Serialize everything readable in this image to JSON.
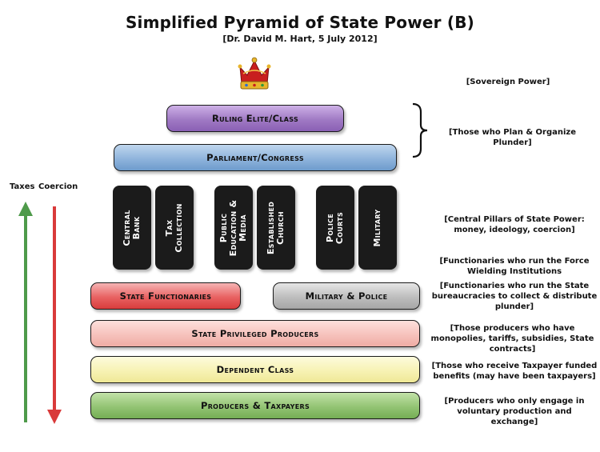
{
  "title": "Simplified Pyramid of State Power (B)",
  "subtitle": "[Dr. David M. Hart, 5 July 2012]",
  "apex": {
    "icon": "crown-icon"
  },
  "arrows": {
    "taxes_label": "Taxes",
    "coercion_label": "Coercion",
    "taxes_color": "#4e9a4a",
    "coercion_color": "#d93a3a"
  },
  "tiers": {
    "ruling_elite": "Ruling Elite/Class",
    "parliament": "Parliament/Congress",
    "state_functionaries": "State Functionaries",
    "military_police": "Military & Police",
    "privileged_producers": "State Privileged Producers",
    "dependent_class": "Dependent Class",
    "producers_taxpayers": "Producers & Taxpayers"
  },
  "pillars": [
    {
      "label": "Central\nBank"
    },
    {
      "label": "Tax\nCollection"
    },
    {
      "label": "Public\nEducation & Media"
    },
    {
      "label": "Established\nChurch"
    },
    {
      "label": "Police\nCourts"
    },
    {
      "label": "Military"
    }
  ],
  "notes": {
    "sovereign": "[Sovereign Power]",
    "plunder_planners": "[Those who Plan & Organize Plunder]",
    "pillars": "[Central Pillars of State Power: money, ideology, coercion]",
    "force": "[Functionaries who run the Force Wielding Institutions",
    "bureaucracies": "[Functionaries who run the State bureaucracies to collect & distribute plunder]",
    "privileged": "[Those producers who have monopolies, tariffs, subsidies, State contracts]",
    "dependent": "[Those who receive Taxpayer funded benefits (may have been taxpayers]",
    "producers": "[Producers who only engage in voluntary production and exchange]"
  }
}
